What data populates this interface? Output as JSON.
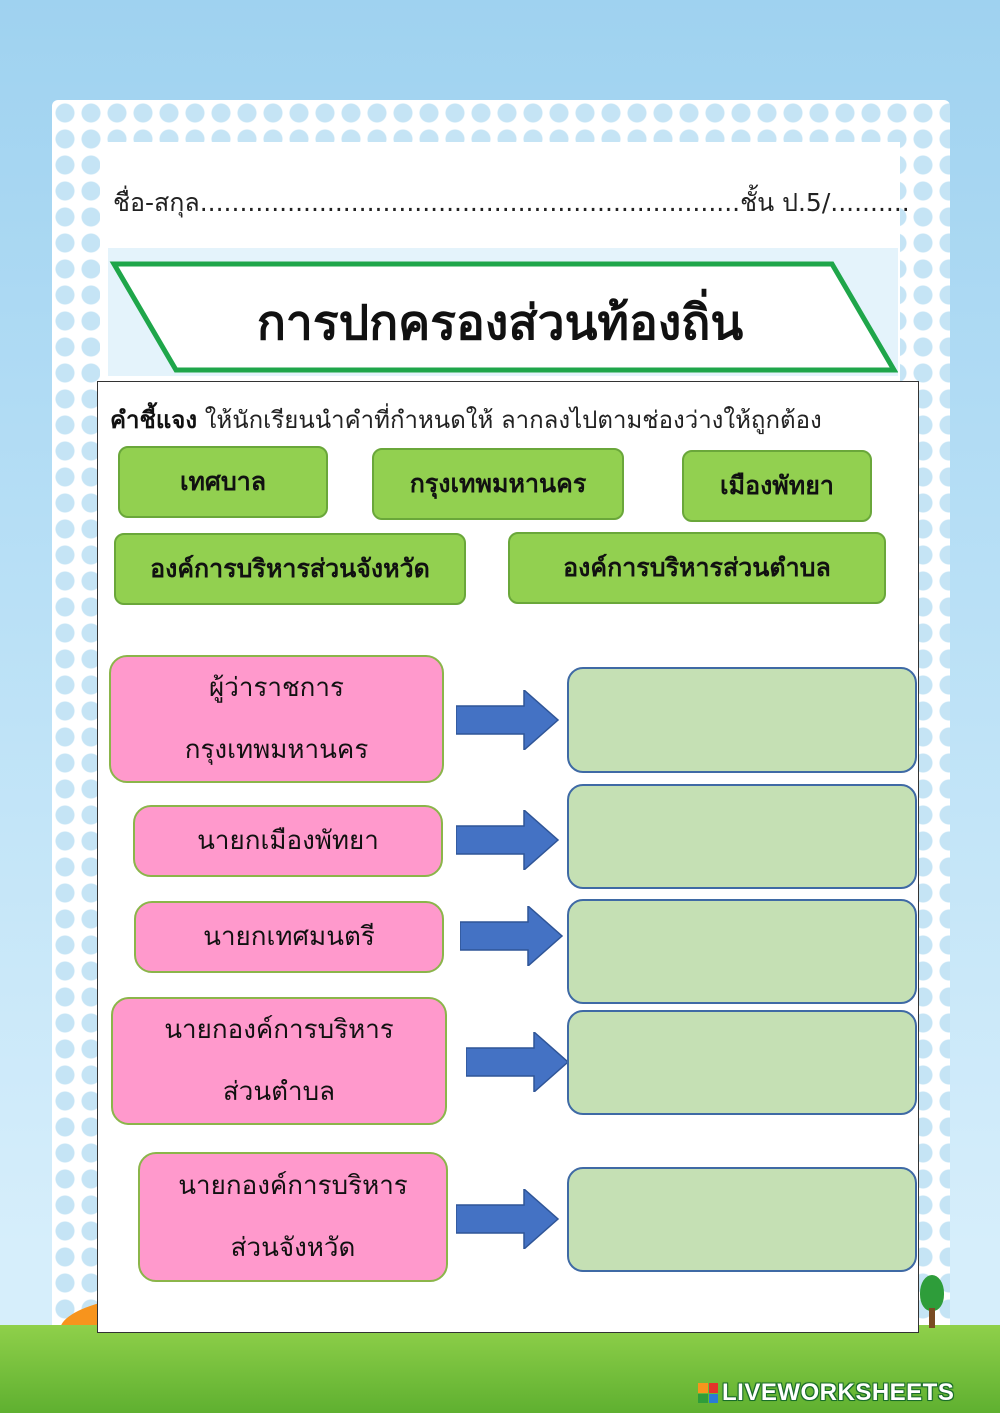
{
  "header": {
    "name_label": "ชื่อ-สกุล",
    "name_dots": "....................................................................",
    "class_label": "ชั้น ป.5/",
    "class_dots": ".........."
  },
  "title": "การปกครองส่วนท้องถิ่น",
  "instruction": {
    "bold": "คำชี้แจง",
    "text": " ให้นักเรียนนำคำที่กำหนดให้ ลากลงไปตามช่องว่างให้ถูกต้อง"
  },
  "word_bank": [
    "เทศบาล",
    "กรุงเทพมหานคร",
    "เมืองพัทยา",
    "องค์การบริหารส่วนจังหวัด",
    "องค์การบริหารส่วนตำบล"
  ],
  "rows": [
    {
      "lines": [
        "ผู้ว่าราชการ",
        "กรุงเทพมหานคร"
      ],
      "answer": ""
    },
    {
      "lines": [
        "นายกเมืองพัทยา"
      ],
      "answer": ""
    },
    {
      "lines": [
        "นายกเทศมนตรี"
      ],
      "answer": ""
    },
    {
      "lines": [
        "นายกองค์การบริหาร",
        "ส่วนตำบล"
      ],
      "answer": ""
    },
    {
      "lines": [
        "นายกองค์การบริหาร",
        "ส่วนจังหวัด"
      ],
      "answer": ""
    }
  ],
  "branding": {
    "logo_text": "LIVEWORKSHEETS"
  },
  "colors": {
    "word_box": "#92d050",
    "role_box": "#ff99cc",
    "answer_box": "#c5e0b4",
    "arrow": "#4472c4",
    "title_border": "#1fa64a"
  }
}
